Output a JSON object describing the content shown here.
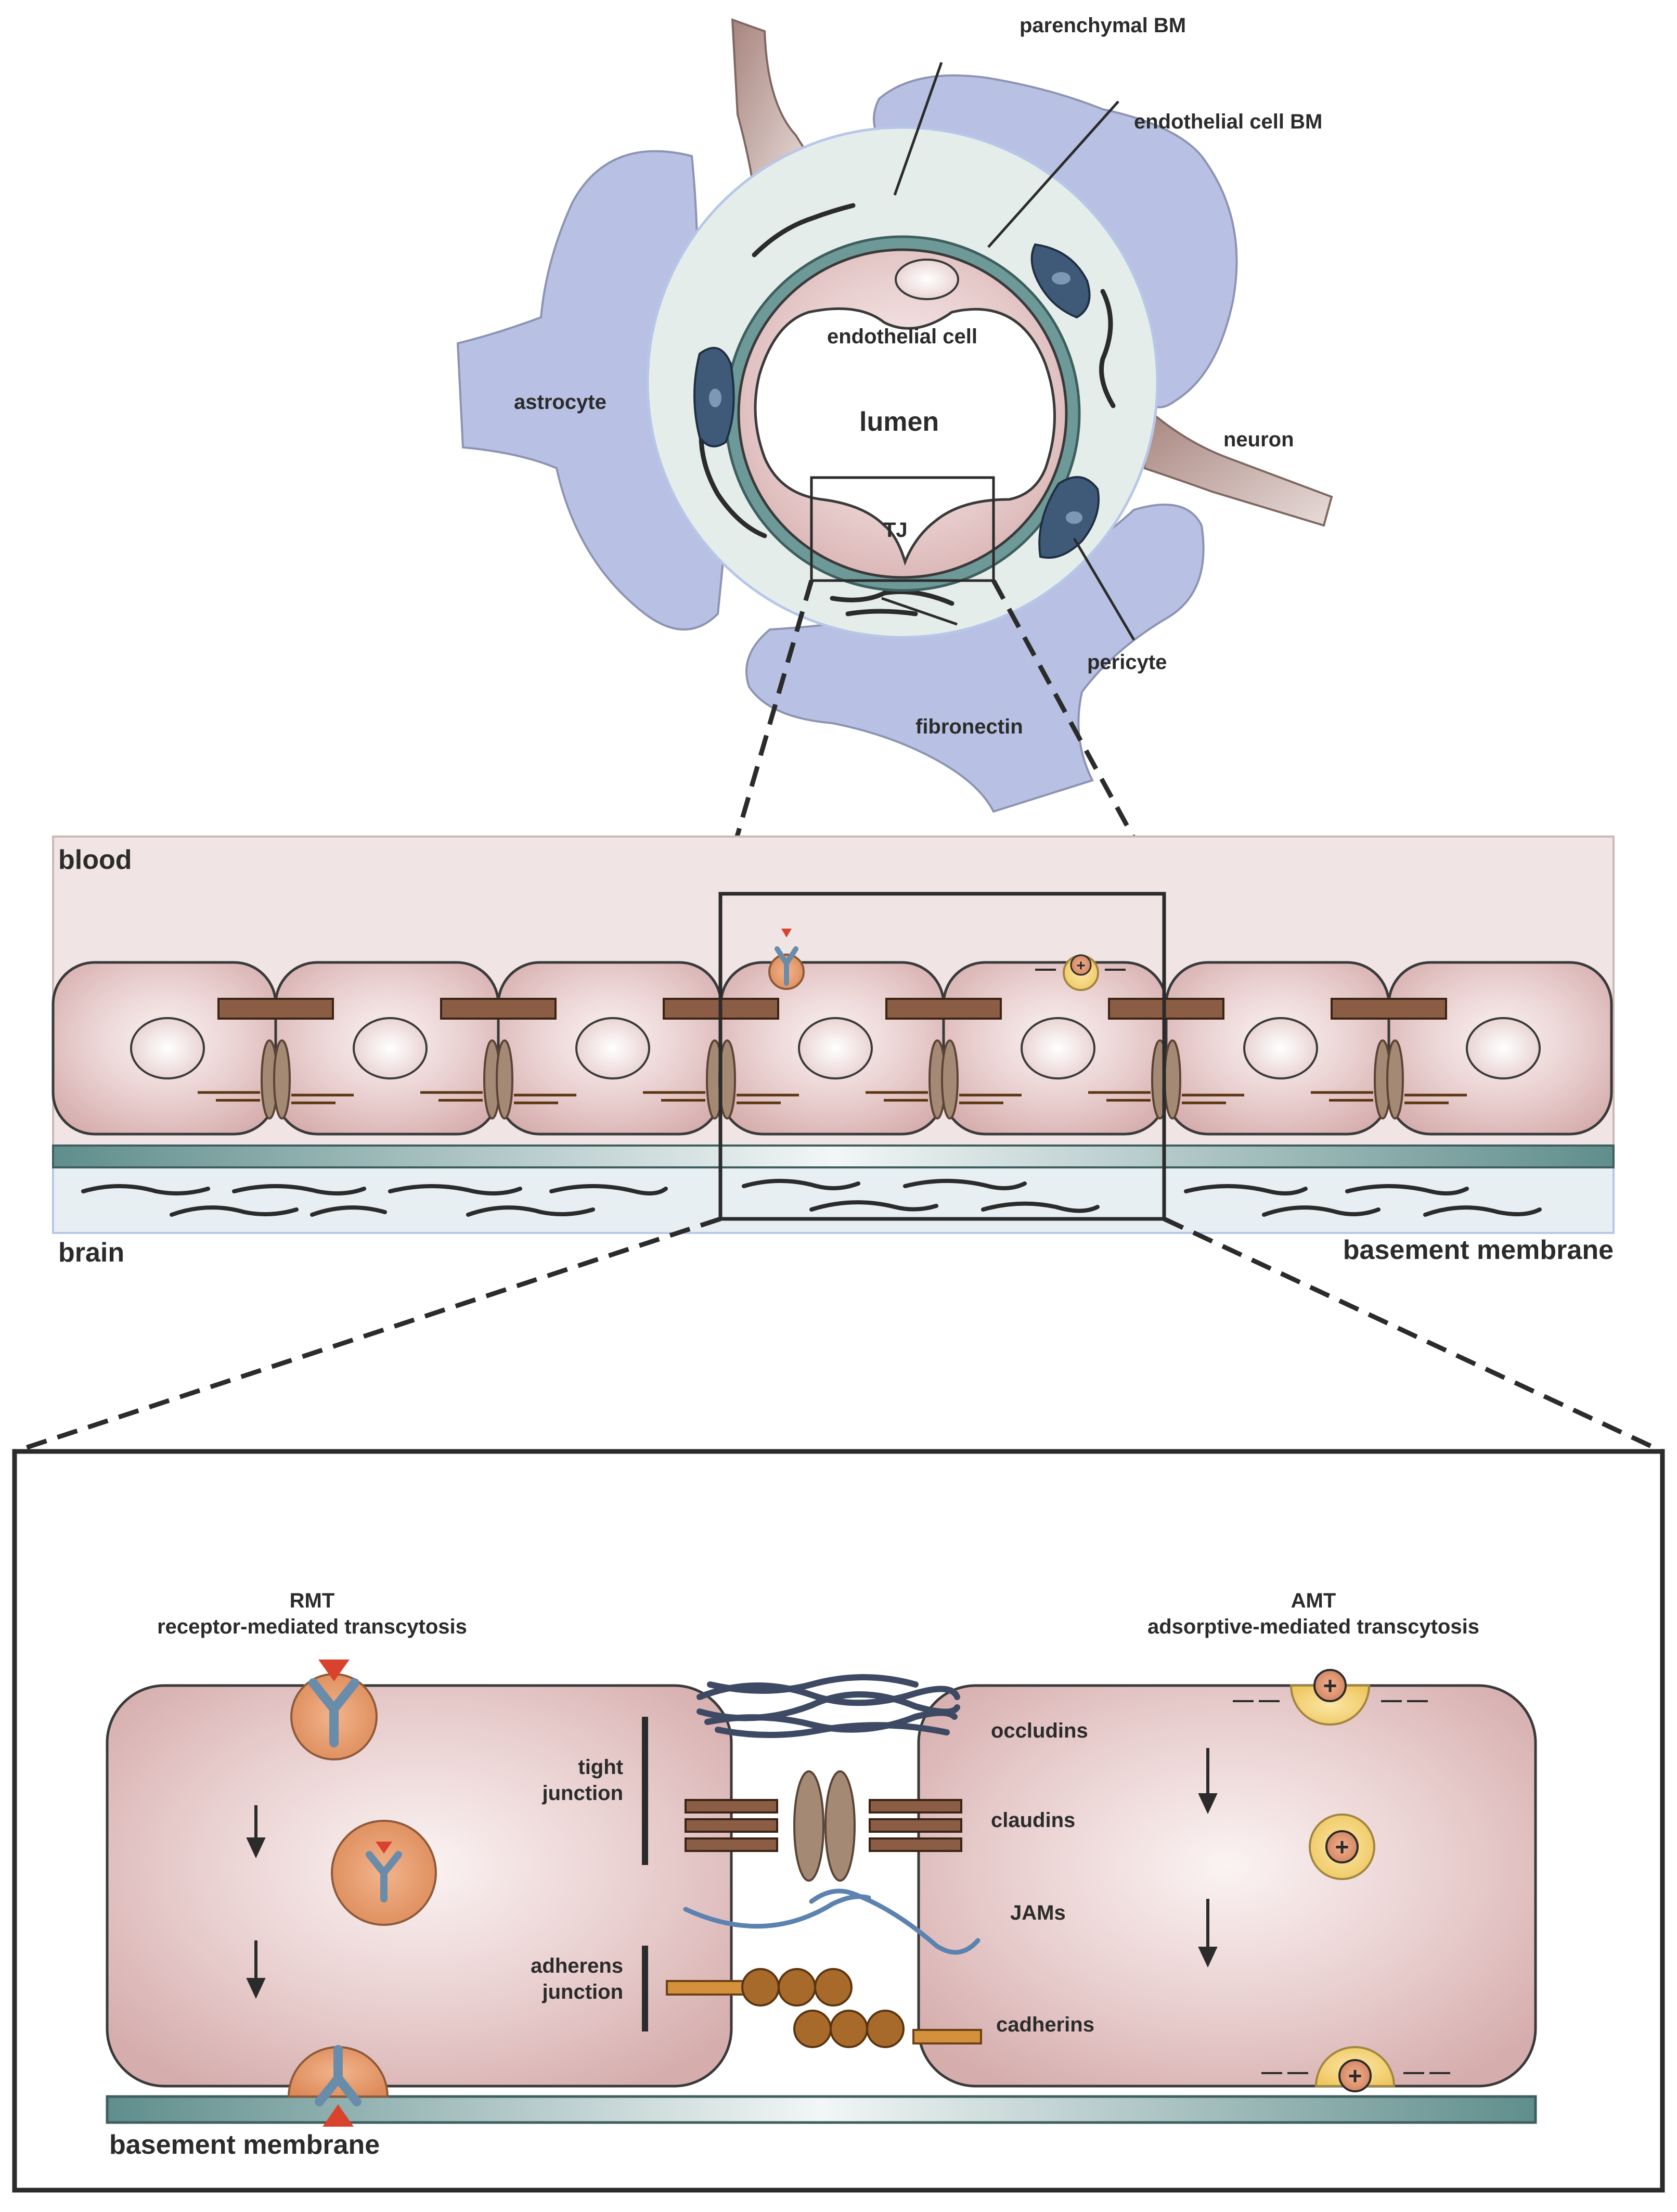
{
  "labels": {
    "parenchymal_bm": "parenchymal BM",
    "endothelial_cell_bm": "endothelial cell BM",
    "endothelial_cell": "endothelial cell",
    "lumen": "lumen",
    "astrocyte": "astrocyte",
    "neuron": "neuron",
    "tj": "TJ",
    "pericyte": "pericyte",
    "fibronectin": "fibronectin",
    "blood": "blood",
    "brain": "brain",
    "basement_membrane_mid": "basement membrane",
    "rmt_title": "RMT",
    "rmt_desc": "receptor-mediated transcytosis",
    "amt_title": "AMT",
    "amt_desc": "adsorptive-mediated transcytosis",
    "tight_junction_1": "tight",
    "tight_junction_2": "junction",
    "adherens_junction_1": "adherens",
    "adherens_junction_2": "junction",
    "occludins": "occludins",
    "claudins": "claudins",
    "jams": "JAMs",
    "cadherins": "cadherins",
    "basement_membrane_bottom": "basement membrane",
    "plus": "+"
  },
  "colors": {
    "astrocyte": "#b8c1e3",
    "neuron": "#b49a96",
    "endothelium": "#e2c3c3",
    "basement_membrane": "#6d9a98",
    "pericyte": "#3f5a78",
    "blood_bg": "#f0e4e4",
    "brain_bg": "#e7eff2",
    "adsorptive_vesicle": "#f2d27a",
    "receptor_vesicle": "#e39a6b",
    "cadherin": "#a86a2b"
  }
}
